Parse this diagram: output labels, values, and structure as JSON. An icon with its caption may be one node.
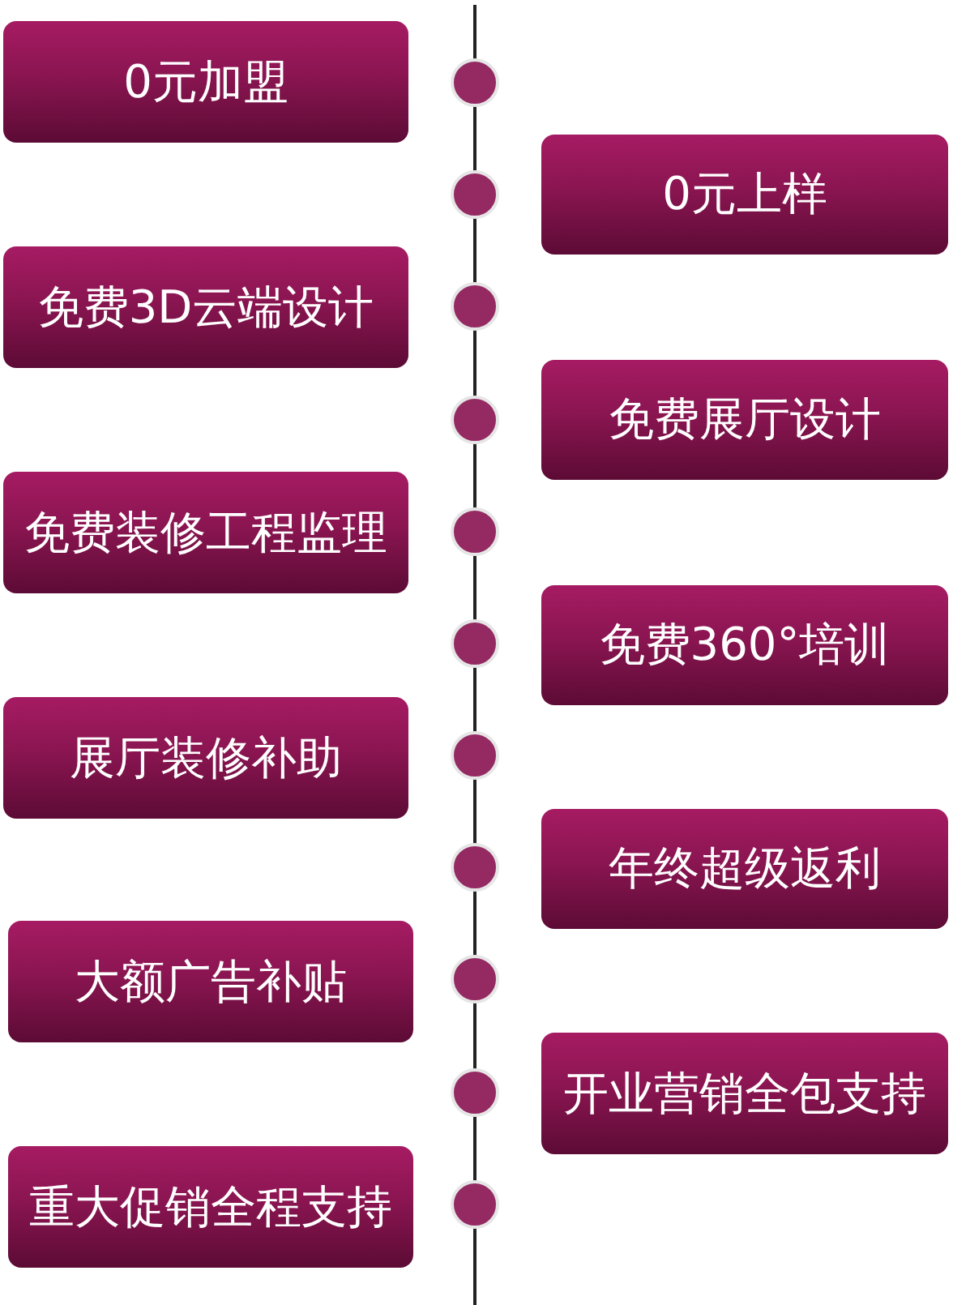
{
  "diagram": {
    "nodes": [
      {
        "text": [
          "0元加盟"
        ]
      },
      {
        "text": [
          "0元上样"
        ]
      },
      {
        "text": [
          "免费3D云端设计"
        ]
      },
      {
        "text": [
          "免费展厅设计"
        ]
      },
      {
        "text": [
          "免费装修工程监理"
        ]
      },
      {
        "text": [
          "免费360°培训"
        ]
      },
      {
        "text": [
          "展厅装修补助"
        ]
      },
      {
        "text": [
          "年终超级返利"
        ]
      },
      {
        "text": [
          "大额广告补贴"
        ]
      },
      {
        "text": [
          "开业营销全包支持"
        ]
      },
      {
        "text": [
          "重大促销全程支持"
        ]
      }
    ]
  }
}
